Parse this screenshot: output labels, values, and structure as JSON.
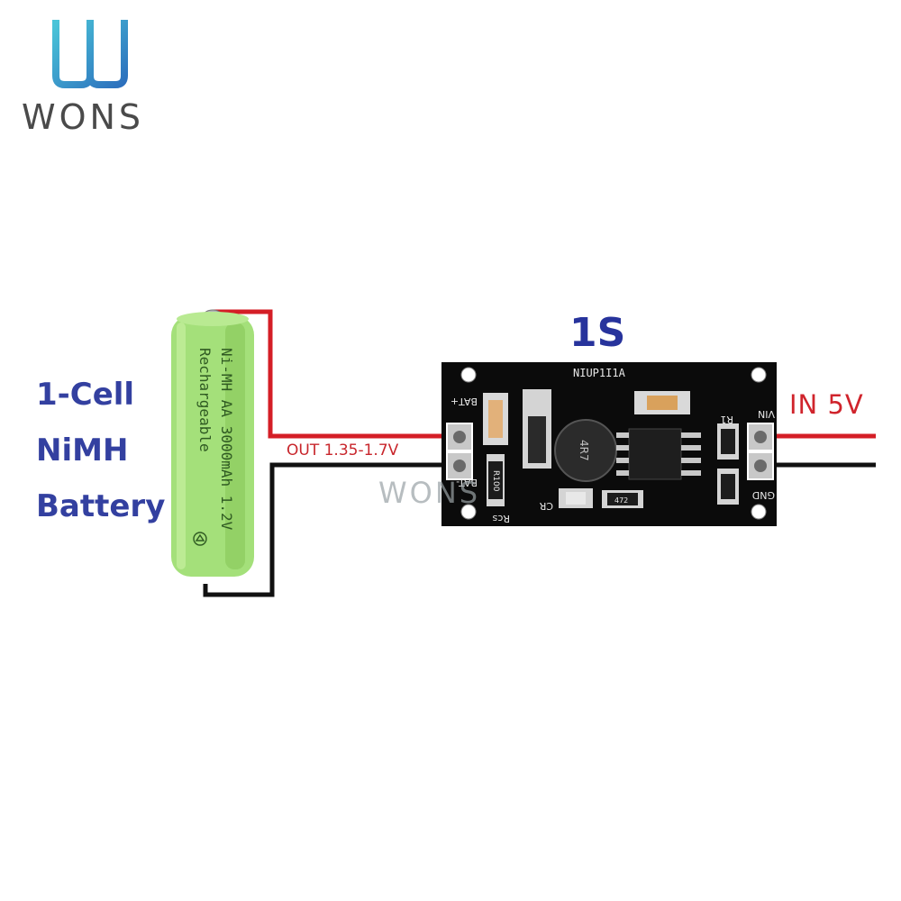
{
  "logo": {
    "text": "WONS",
    "icon": "wons-w-logo-icon"
  },
  "battery": {
    "label_lines": [
      "1-Cell",
      "NiMH",
      "Battery"
    ],
    "cell_print_lines": [
      "Ni-MH AA 3000mAh 1.2V",
      "Rechargeable"
    ],
    "color": "#a4e07a"
  },
  "module": {
    "title": "1S",
    "board_text": "NIUP1I1A",
    "pins": {
      "bat_plus": "BAT+",
      "bat_minus": "BAT-",
      "vin": "VIN",
      "gnd": "GND"
    },
    "component_labels": {
      "rcs": "Rcs",
      "cr": "CR",
      "r1": "R1",
      "inductor": "4R7",
      "resistor": "R100",
      "small": "472"
    }
  },
  "wiring": {
    "input_label": "IN 5V",
    "output_label": "OUT 1.35-1.7V",
    "red": "#d41e26",
    "black": "#111111"
  },
  "watermark": {
    "text": "WONS"
  }
}
